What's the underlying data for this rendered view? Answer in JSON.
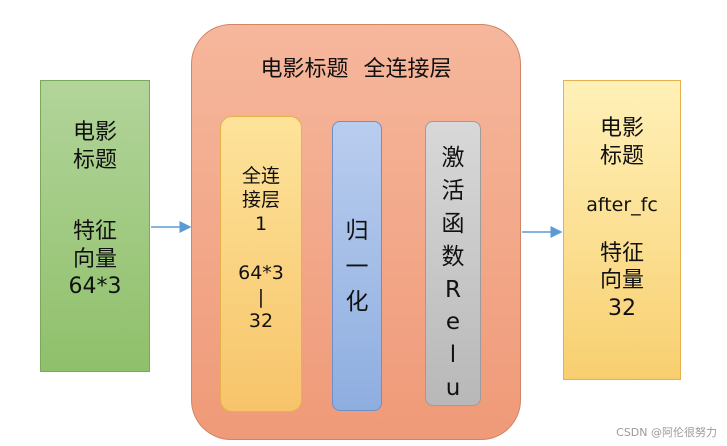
{
  "input_block": {
    "name_lines": [
      "电影",
      "标题"
    ],
    "feature_lines": [
      "特征",
      "向量",
      "64*3"
    ]
  },
  "main_block": {
    "title": "电影标题 全连接层",
    "fc_layer_lines": [
      "全连",
      "接层",
      "1"
    ],
    "fc_shape_lines": [
      "64*3",
      "|",
      "32"
    ],
    "norm_lines": [
      "归",
      "一",
      "化"
    ],
    "activation_lines": [
      "激",
      "活",
      "函",
      "数",
      "R",
      "e",
      "l",
      "u"
    ]
  },
  "output_block": {
    "name_lines": [
      "电影",
      "标题"
    ],
    "tag": "after_fc",
    "feature_lines": [
      "特征",
      "向量",
      "32"
    ]
  },
  "watermark": "CSDN @阿伦很努力",
  "colors": {
    "input_fill": "#9cc87c",
    "main_fill": "#f4a98a",
    "fc_fill": "#fbd07e",
    "norm_fill": "#a3bde6",
    "activation_fill": "#c6c6c6",
    "output_fill": "#fbd98a",
    "arrow": "#5b9bd5"
  }
}
